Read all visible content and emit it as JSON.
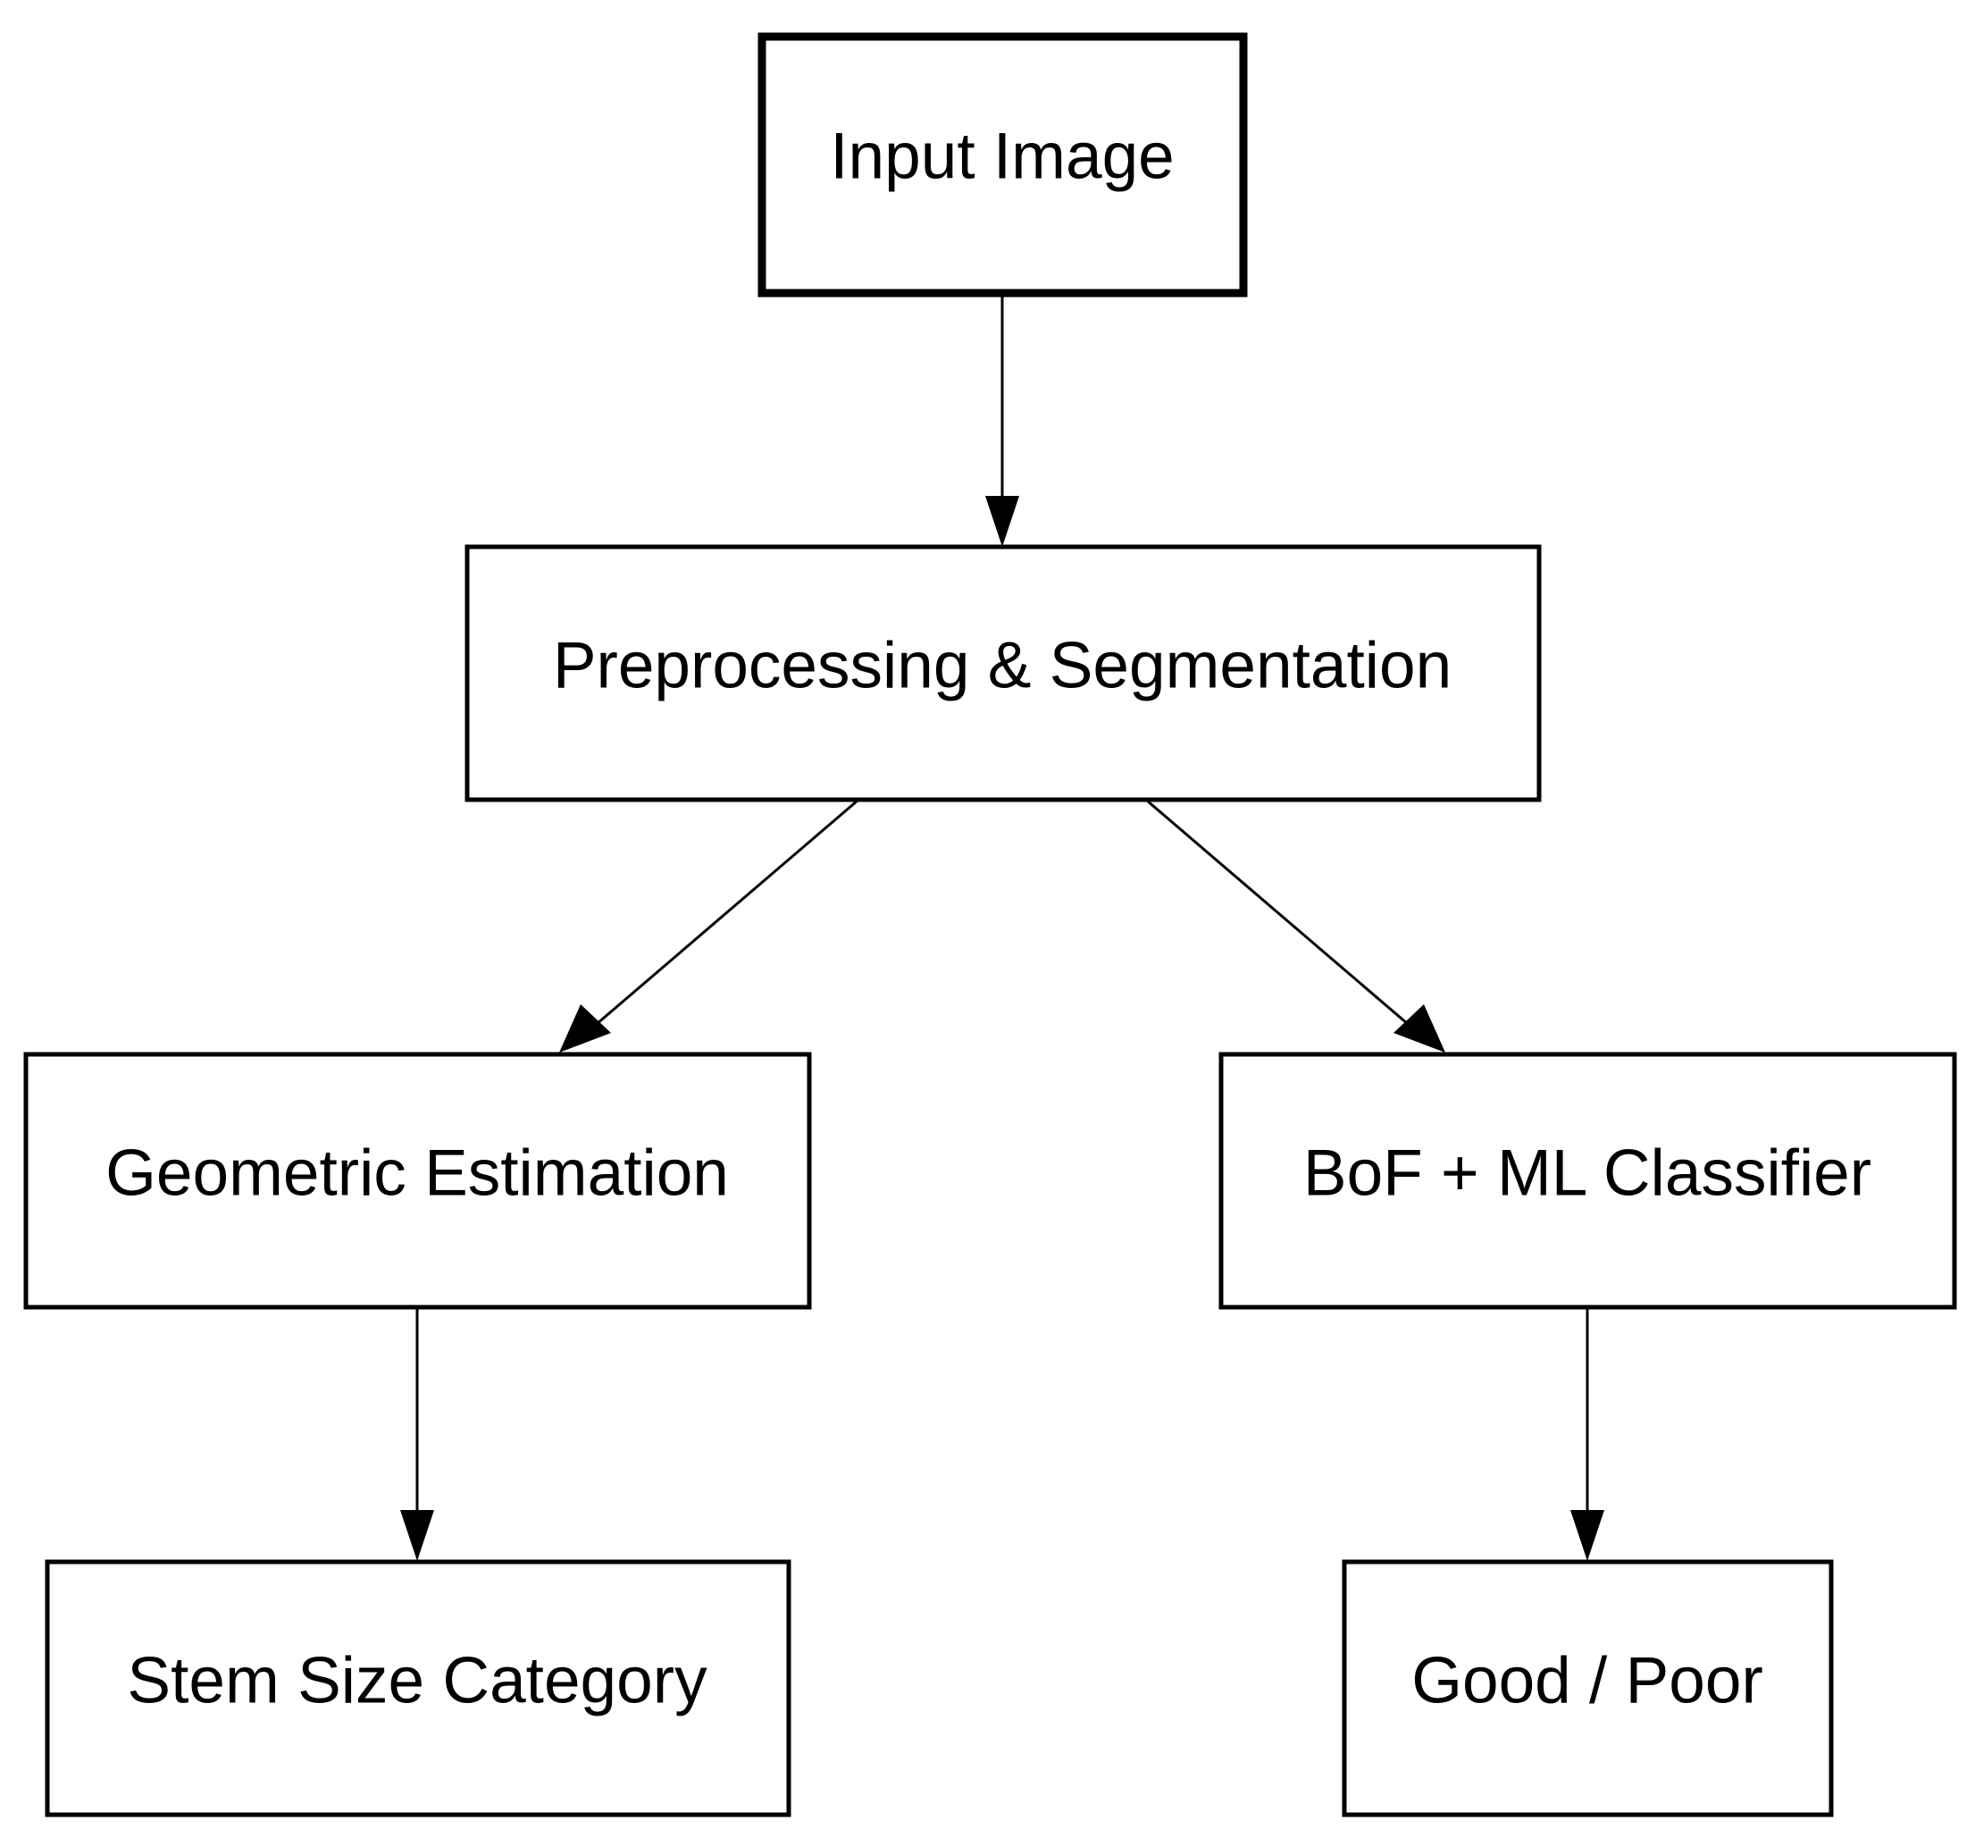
{
  "nodes": {
    "input_image": "Input Image",
    "preprocessing": "Preprocessing & Segmentation",
    "geometric": "Geometric Estimation",
    "bof_classifier": "BoF + ML Classifier",
    "stem_size": "Stem Size Category",
    "good_poor": "Good / Poor"
  },
  "edges": [
    {
      "from": "input_image",
      "to": "preprocessing"
    },
    {
      "from": "preprocessing",
      "to": "geometric"
    },
    {
      "from": "preprocessing",
      "to": "bof_classifier"
    },
    {
      "from": "geometric",
      "to": "stem_size"
    },
    {
      "from": "bof_classifier",
      "to": "good_poor"
    }
  ],
  "colors": {
    "stroke": "#000000",
    "fill": "#ffffff",
    "text": "#000000"
  }
}
